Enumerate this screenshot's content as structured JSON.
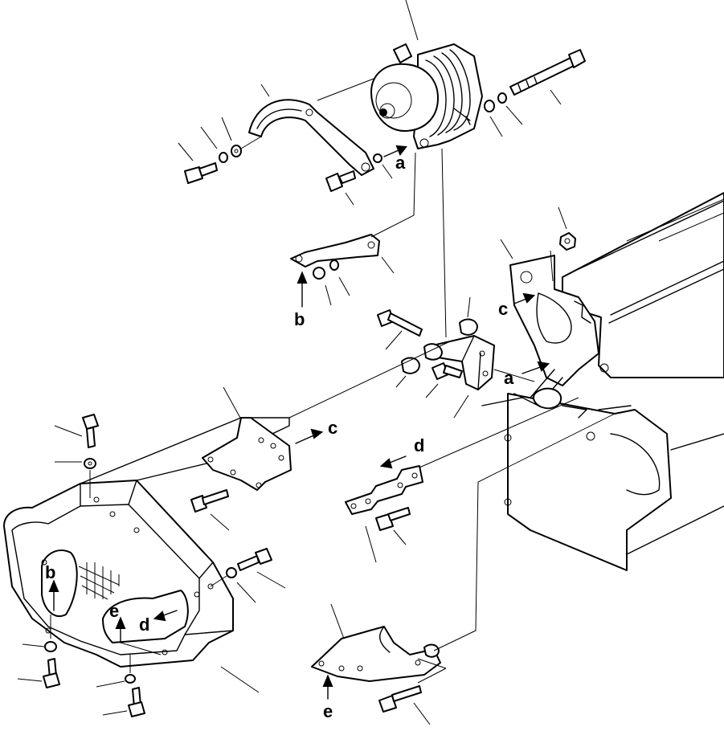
{
  "callouts": {
    "a1": "a",
    "a2": "a",
    "b1": "b",
    "b2": "b",
    "c1": "c",
    "c2": "c",
    "d1": "d",
    "d2": "d",
    "e1": "e",
    "e2": "e"
  },
  "colors": {
    "ink": "#000000",
    "paper": "#ffffff"
  }
}
